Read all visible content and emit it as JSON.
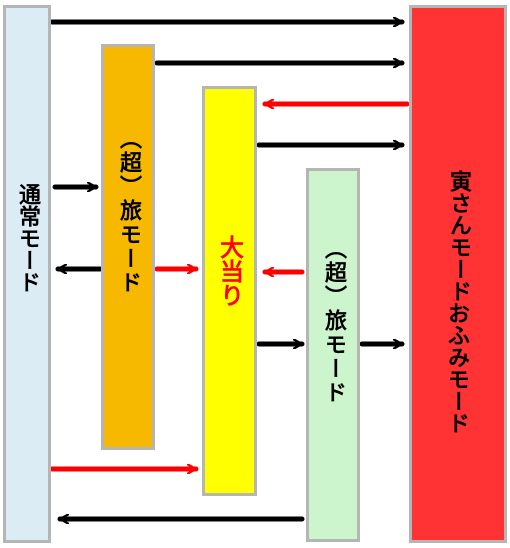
{
  "boxes": {
    "normal_mode": "通常モード",
    "chou_tabi_left": "（超）旅モード",
    "jackpot": "大当り",
    "chou_tabi_right": "（超）旅モード",
    "torasan_line1": "寅さんモード",
    "torasan_line2": "おふみモード"
  },
  "colors": {
    "normal_mode": "#dcecf4",
    "chou_tabi_left": "#f6b900",
    "jackpot": "#ffff00",
    "jackpot_text": "#ff0000",
    "chou_tabi_right": "#cdf5cd",
    "torasan": "#ff3333",
    "arrow_black": "#000000",
    "arrow_red": "#ff0000"
  }
}
